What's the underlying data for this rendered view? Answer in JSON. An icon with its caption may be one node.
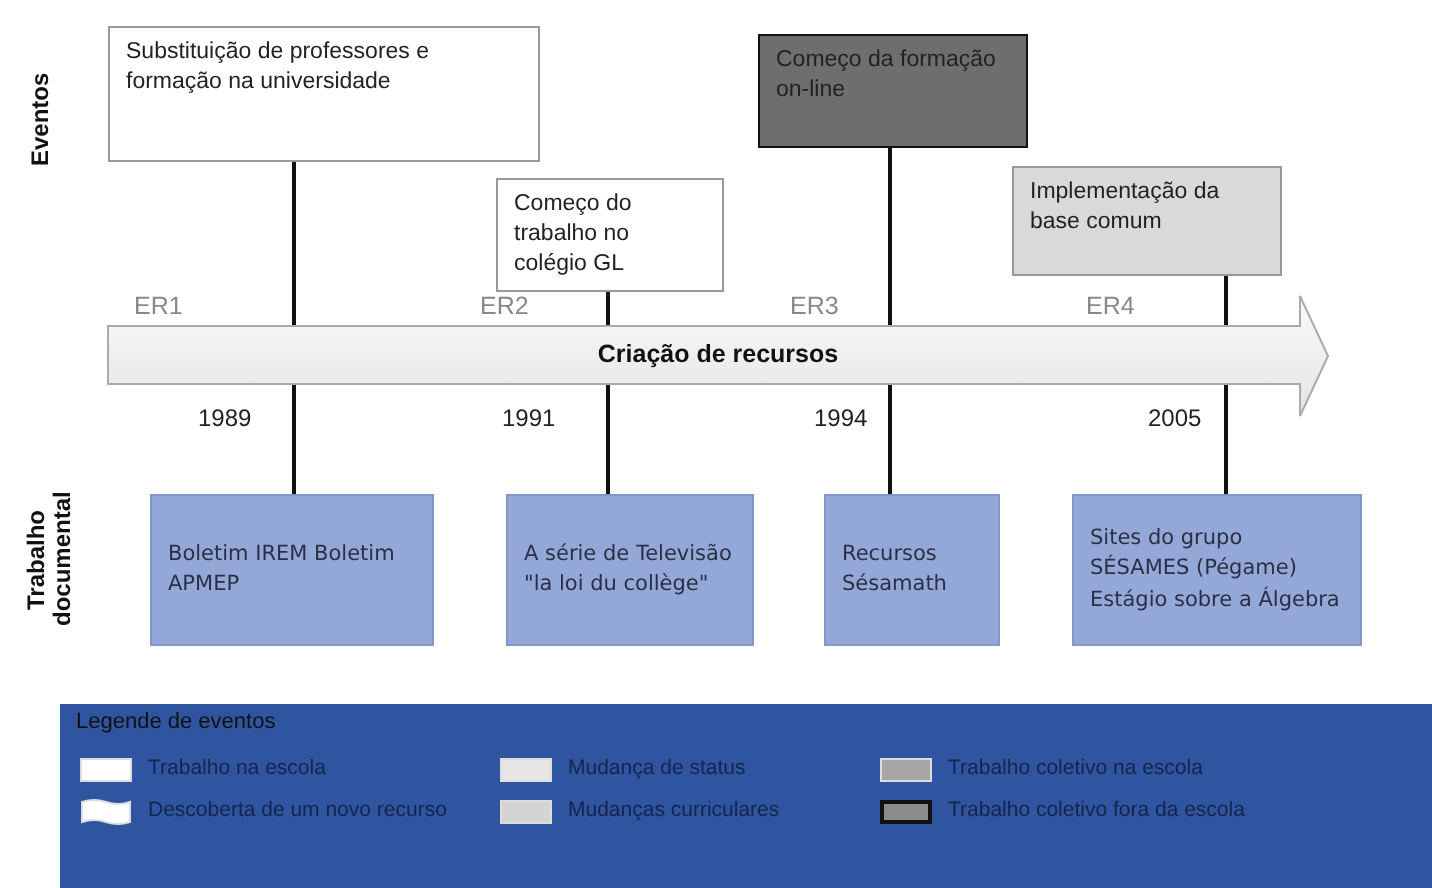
{
  "diagram": {
    "nodes": [
      {
        "text": [
          "Substituição de professores e formação na universidade"
        ]
      },
      {
        "text": [
          "Começo do trabalho no colégio GL"
        ]
      },
      {
        "text": [
          "Começo da formação on-line"
        ]
      },
      {
        "text": [
          "Implementação da base comum"
        ]
      },
      {
        "text": [
          "Criação de recursos"
        ]
      },
      {
        "text": [
          "Boletim IREM Boletim APMEP"
        ]
      },
      {
        "text": [
          "A série de Televisão \"la loi du collège\""
        ]
      },
      {
        "text": [
          "Recursos Sésamath"
        ]
      },
      {
        "text": [
          "Sites do grupo SÉSAMES (Pégame) Estágio sobre a Álgebra"
        ]
      }
    ],
    "edges": [
      {
        "from": 0,
        "to": 4,
        "arrow": "none"
      },
      {
        "from": 1,
        "to": 4,
        "arrow": "none"
      },
      {
        "from": 2,
        "to": 4,
        "arrow": "none"
      },
      {
        "from": 3,
        "to": 4,
        "arrow": "none"
      },
      {
        "from": 4,
        "to": 5,
        "arrow": "none"
      },
      {
        "from": 4,
        "to": 6,
        "arrow": "none"
      },
      {
        "from": 4,
        "to": 7,
        "arrow": "none"
      },
      {
        "from": 4,
        "to": 8,
        "arrow": "none"
      }
    ],
    "labels": [
      "Eventos",
      "ER1",
      "ER2",
      "ER3",
      "ER4",
      "1989",
      "1991",
      "1994",
      "2005",
      "Trabalho documental",
      "Legende de eventos"
    ],
    "legend": [
      {
        "text": "Trabalho na escola",
        "color": "#ffffff"
      },
      {
        "text": "Mudança de status",
        "color": "#e6e6e6"
      },
      {
        "text": "Trabalho coletivo na escola",
        "color": "#a6a6a6"
      },
      {
        "text": "Descoberta de um novo recurso"
      },
      {
        "text": "Mudanças curriculares",
        "color": "#d4d4d4"
      },
      {
        "text": "Trabalho coletivo fora da escola",
        "color": "#8c8c8c"
      }
    ]
  }
}
